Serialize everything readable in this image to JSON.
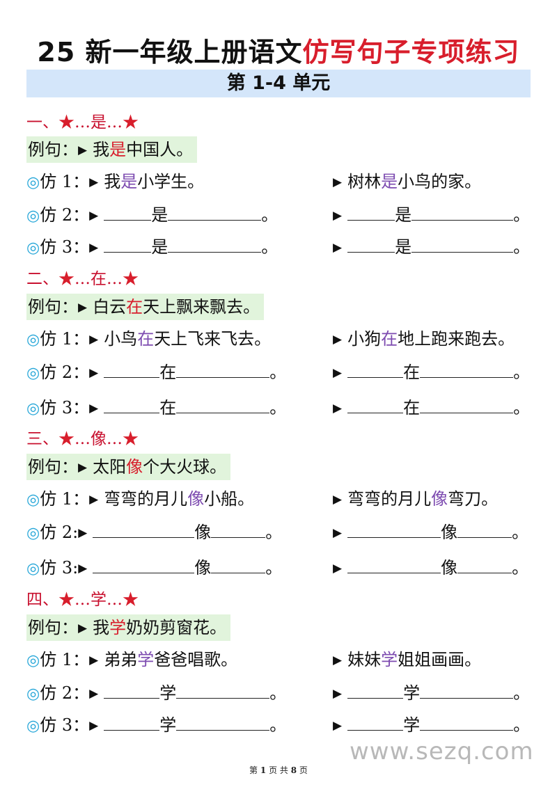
{
  "title_black": "25 新一年级上册语文",
  "title_red": "仿写句子专项练习",
  "unit": "第 1-4 单元",
  "label_example": "例句：",
  "sections": [
    {
      "head": "一、",
      "key": "是",
      "example_pre": "我",
      "example_key": "是",
      "example_post": "中国人。",
      "f1_label": "仿 1：",
      "f1a_pre": "我",
      "f1a_key": "是",
      "f1a_post": "小学生。",
      "f1b_pre": "树林",
      "f1b_key": "是",
      "f1b_post": "小鸟的家。",
      "f2_label": "仿 2：",
      "f3_label": "仿 3：",
      "blank_word": "是",
      "period": "。"
    },
    {
      "head": "二、",
      "key": "在",
      "example_pre": "白云",
      "example_key": "在",
      "example_post": "天上飘来飘去。",
      "f1_label": "仿 1：",
      "f1a_pre": "小鸟",
      "f1a_key": "在",
      "f1a_post": "天上飞来飞去。",
      "f1b_pre": "小狗",
      "f1b_key": "在",
      "f1b_post": "地上跑来跑去。",
      "f2_label": "仿 2：",
      "f3_label": "仿 3：",
      "blank_word": "在",
      "period": "。"
    },
    {
      "head": "三、",
      "key": "像",
      "example_pre": "太阳",
      "example_key": "像",
      "example_post": "个大火球。",
      "f1_label": "仿 1：",
      "f1a_pre": "弯弯的月儿",
      "f1a_key": "像",
      "f1a_post": "小船。",
      "f1b_pre": "弯弯的月儿",
      "f1b_key": "像",
      "f1b_post": "弯刀。",
      "f2_label": "仿 2:",
      "f3_label": "仿 3:",
      "blank_word": "像",
      "period": "。"
    },
    {
      "head": "四、",
      "key": "学",
      "example_pre": "我",
      "example_key": "学",
      "example_post": "奶奶剪窗花。",
      "f1_label": "仿 1：",
      "f1a_pre": "弟弟",
      "f1a_key": "学",
      "f1a_post": "爸爸唱歌。",
      "f1b_pre": "妹妹",
      "f1b_key": "学",
      "f1b_post": "姐姐画画。",
      "f2_label": "仿 2：",
      "f3_label": "仿 3：",
      "blank_word": "学",
      "period": "。"
    }
  ],
  "symbols": {
    "star": "★",
    "ellipsis": "…",
    "triangle": "▶",
    "ring": "◎"
  },
  "footer": {
    "p1": "第",
    "page": "1",
    "p2": "页 共",
    "total": "8",
    "p3": "页"
  },
  "watermark": "www.sezq.com",
  "colors": {
    "red": "#d81e2c",
    "purple": "#7d4bb0",
    "unit_bar": "#d4e6fa",
    "example_bg": "#e1f4dc",
    "ring": "#25a6d8"
  }
}
